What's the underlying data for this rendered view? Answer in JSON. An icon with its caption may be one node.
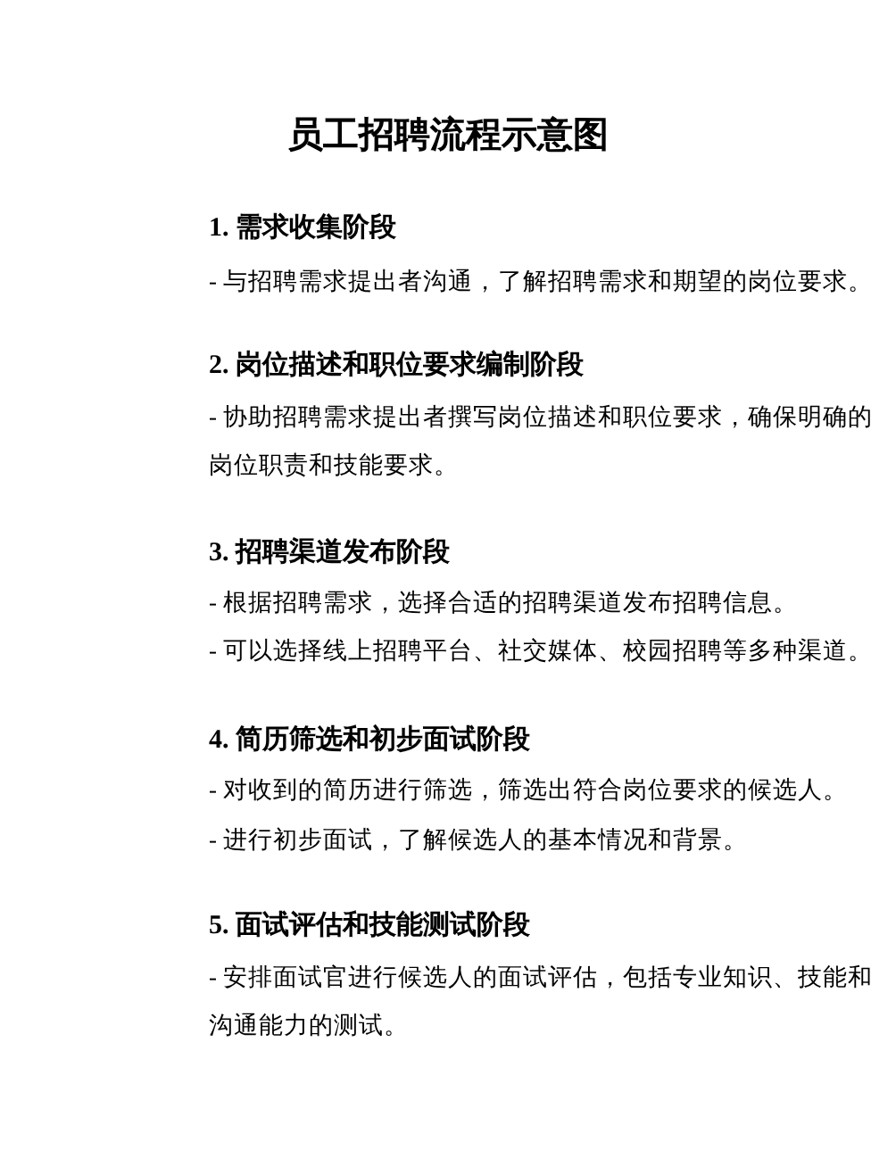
{
  "diagram": {
    "title": "员工招聘流程示意图",
    "labels": [
      "1. 需求收集阶段",
      "- 与招聘需求提出者沟通，了解招聘需求和期望的岗位要求。",
      "2. 岗位描述和职位要求编制阶段",
      "- 协助招聘需求提出者撰写岗位描述和职位要求，确保明确的岗位职责和技能要求。",
      "3. 招聘渠道发布阶段",
      "- 根据招聘需求，选择合适的招聘渠道发布招聘信息。",
      "- 可以选择线上招聘平台、社交媒体、校园招聘等多种渠道。",
      "4. 简历筛选和初步面试阶段",
      "- 对收到的简历进行筛选，筛选出符合岗位要求的候选人。",
      "- 进行初步面试，了解候选人的基本情况和背景。",
      "5. 面试评估和技能测试阶段",
      "- 安排面试官进行候选人的面试评估，包括专业知识、技能和沟通能力的测试。"
    ]
  }
}
